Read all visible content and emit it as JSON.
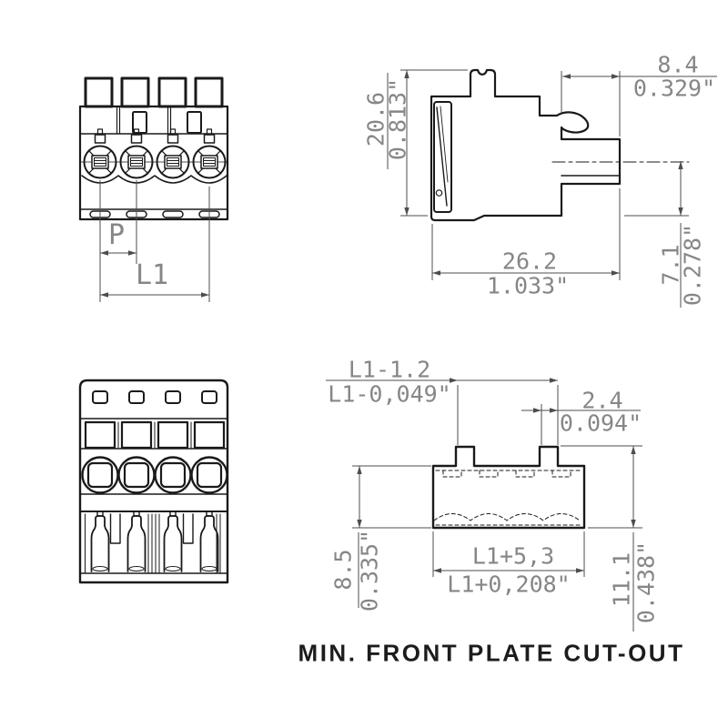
{
  "colors": {
    "background": "#ffffff",
    "outline": "#1a1a1a",
    "dim_line": "#4d4d4d",
    "dim_text": "#868686",
    "caption_text": "#1c1c1c"
  },
  "caption": "MIN. FRONT PLATE CUT-OUT",
  "front_view": {
    "pitch_label": "P",
    "length_label": "L1"
  },
  "side_view": {
    "height_mm": "20.6",
    "height_in": "0.813\"",
    "shaft_mm": "8.4",
    "shaft_in": "0.329\"",
    "depth_mm": "26.2",
    "depth_in": "1.033\"",
    "offset_mm": "7.1",
    "offset_in": "0.278\""
  },
  "cutout_view": {
    "tab_span_mm": "L1-1.2",
    "tab_span_in": "L1-0,049\"",
    "tab_width_mm": "2.4",
    "tab_width_in": "0.094\"",
    "plate_height_mm": "8.5",
    "plate_height_in": "0.335\"",
    "width_mm": "L1+5,3",
    "width_in": "L1+0,208\"",
    "total_height_mm": "11.1",
    "total_height_in": "0.438\""
  }
}
